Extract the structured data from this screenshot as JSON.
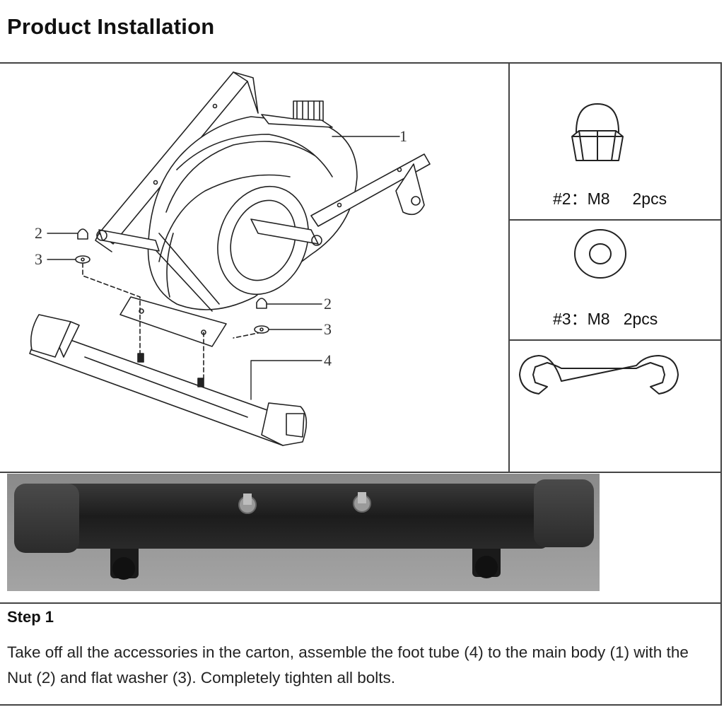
{
  "page": {
    "title": "Product Installation"
  },
  "diagram": {
    "callouts": [
      "1",
      "2",
      "3",
      "2",
      "3",
      "4"
    ]
  },
  "parts": [
    {
      "label": "#2：M8     2pcs",
      "icon": "cap-nut-icon"
    },
    {
      "label": "#3：M8   2pcs",
      "icon": "flat-washer-icon"
    },
    {
      "label": "",
      "icon": "wrench-icon"
    }
  ],
  "step": {
    "title": "Step 1",
    "text": "Take off all the accessories in the carton, assemble the foot tube (4) to the main body (1) with the Nut (2) and flat washer (3). Completely tighten all bolts."
  }
}
